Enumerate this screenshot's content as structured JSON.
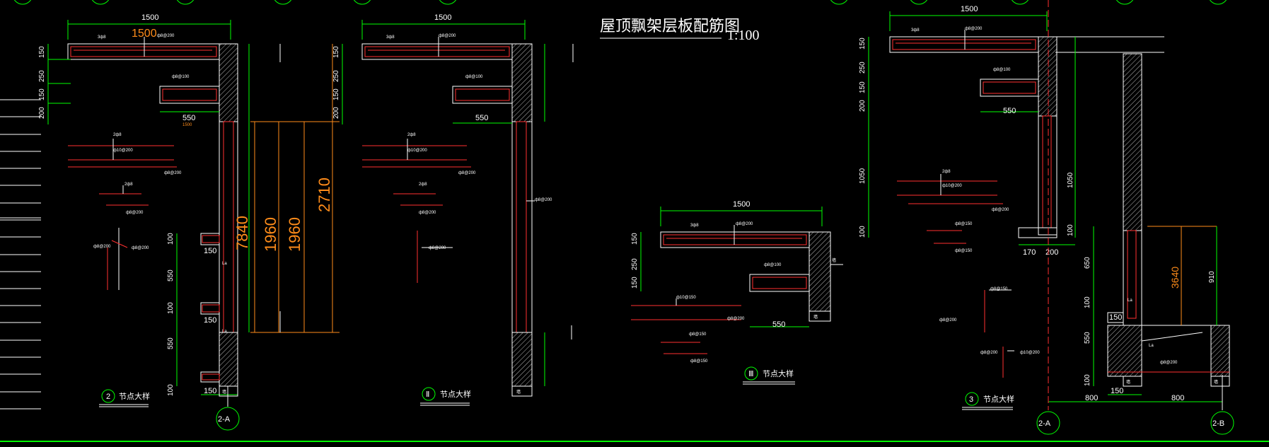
{
  "title": "屋顶飘架层板配筋图",
  "scale": "1:100",
  "details": [
    {
      "num": "2",
      "name": "节点大样"
    },
    {
      "num": "Ⅱ",
      "name": "节点大样"
    },
    {
      "num": "Ⅲ",
      "name": "节点大样"
    },
    {
      "num": "3",
      "name": "节点大样"
    }
  ],
  "axes": [
    "2-A",
    "2-A",
    "2-B"
  ],
  "dims": {
    "d1500": "1500",
    "d550": "550",
    "d150": "150",
    "d250": "250",
    "d200": "200",
    "d100": "100",
    "d1050": "1050",
    "d170": "170",
    "d650": "650",
    "d910": "910",
    "d800": "800",
    "d1960": "1960",
    "d2710": "2710",
    "d7840": "7840",
    "d3640": "3640"
  },
  "rebar": {
    "r8_200": "ф8@200",
    "r10_200": "ф10@200",
    "r10_150": "ф10@150",
    "r8_150": "ф8@150",
    "r8_100": "ф8@100",
    "r3d8": "3ф8",
    "r2d8": "2ф8"
  },
  "notes": {
    "la": "La",
    "wall": "墙"
  }
}
